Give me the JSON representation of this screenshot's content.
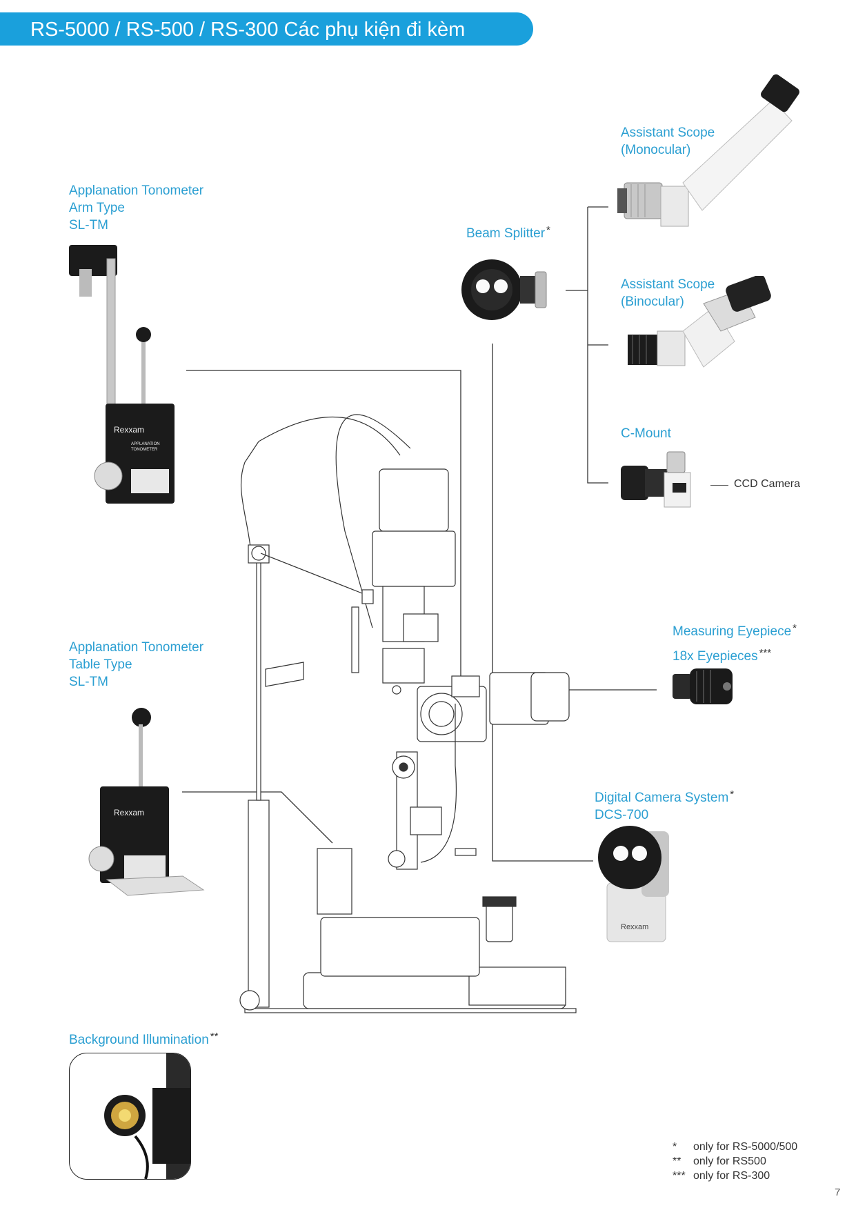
{
  "header": {
    "title": "RS-5000 / RS-500 / RS-300   Các phụ kiện đi kèm"
  },
  "accessories": {
    "assistant_mono": {
      "line1": "Assistant Scope",
      "line2": "(Monocular)"
    },
    "assistant_bino": {
      "line1": "Assistant Scope",
      "line2": "(Binocular)"
    },
    "beam_splitter": {
      "label": "Beam Splitter",
      "mark": "*"
    },
    "c_mount": {
      "label": "C-Mount"
    },
    "ccd_camera": {
      "label": "CCD Camera"
    },
    "tonometer_arm": {
      "line1": "Applanation Tonometer",
      "line2": "Arm Type",
      "line3": "SL-TM"
    },
    "tonometer_table": {
      "line1": "Applanation Tonometer",
      "line2": "Table Type",
      "line3": "SL-TM"
    },
    "measuring_eyepiece": {
      "label": "Measuring Eyepiece",
      "mark": "*"
    },
    "eyepiece_18x": {
      "label": "18x Eyepieces",
      "mark": "***"
    },
    "digital_camera": {
      "line1": "Digital Camera System",
      "mark": "*",
      "line2": "DCS-700"
    },
    "background_illum": {
      "label": "Background Illumination",
      "mark": "**"
    }
  },
  "product_text": {
    "brand": "Rexxam",
    "tonometer_name_1": "APPLANATION",
    "tonometer_name_2": "TONOMETER"
  },
  "notes": [
    {
      "mark": "*",
      "text": "only for RS-5000/500"
    },
    {
      "mark": "**",
      "text": "only for RS500"
    },
    {
      "mark": "***",
      "text": "only for RS-300"
    }
  ],
  "page_number": "7",
  "colors": {
    "accent": "#1aa0dc",
    "label": "#2b9fd2",
    "device_black": "#1b1b1b"
  }
}
